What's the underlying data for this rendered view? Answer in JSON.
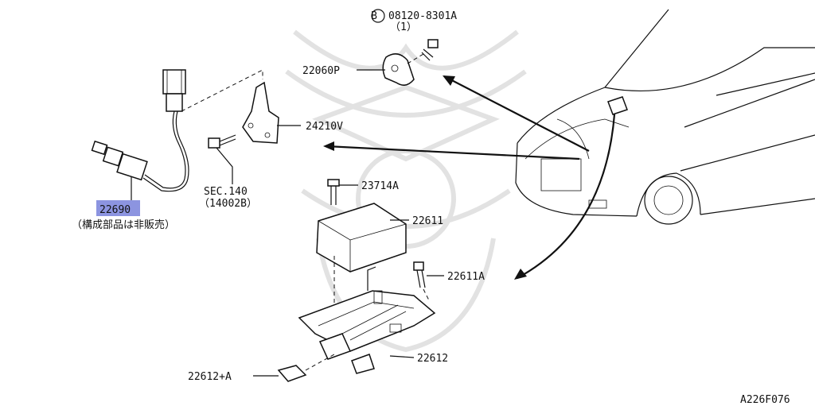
{
  "labels": {
    "bolt_circle": "B",
    "bolt_part": "08120-8301A",
    "bolt_qty": "（1）",
    "knock_sensor": "22060P",
    "bracket": "24210V",
    "section_ref": "SEC.140",
    "section_sub": "（14002B）",
    "screw": "23714A",
    "o2_sensor": "22690",
    "o2_note": "（構成部品は非販売）",
    "ecu": "22611",
    "ecu_bolt": "22611A",
    "ecu_bracket": "22612",
    "ecu_clip": "22612+A",
    "figure_code": "A226F076"
  },
  "colors": {
    "highlight": "#8c94e0",
    "line": "#111111",
    "watermark": "#e2e2e2"
  }
}
